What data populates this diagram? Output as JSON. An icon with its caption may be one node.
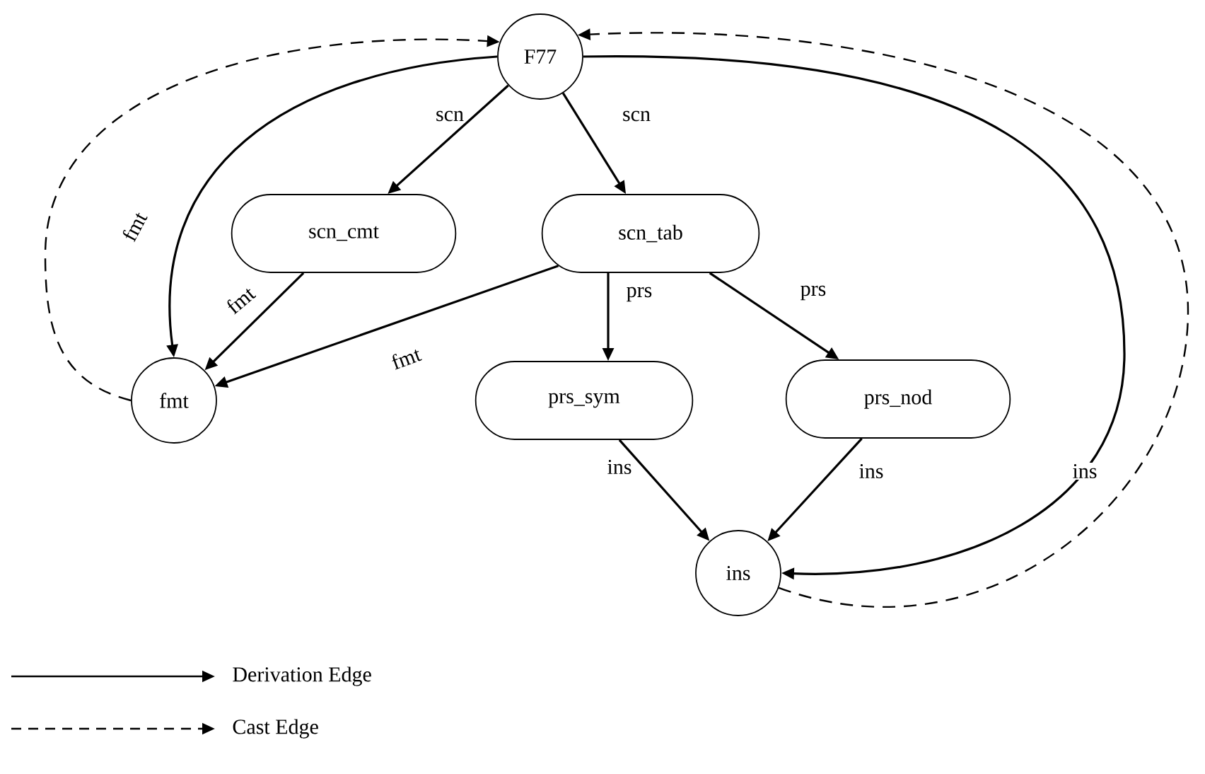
{
  "diagram": {
    "nodes": [
      {
        "text": [
          "F77"
        ]
      },
      {
        "text": [
          "scn_cmt"
        ]
      },
      {
        "text": [
          "scn_tab"
        ]
      },
      {
        "text": [
          "fmt"
        ]
      },
      {
        "text": [
          "prs_sym"
        ]
      },
      {
        "text": [
          "prs_nod"
        ]
      },
      {
        "text": [
          "ins"
        ]
      }
    ],
    "edges": [
      {
        "from": 0,
        "to": 1,
        "arrow": "to",
        "label": "scn"
      },
      {
        "from": 0,
        "to": 2,
        "arrow": "to",
        "label": "scn"
      },
      {
        "from": 0,
        "to": 3,
        "arrow": "to",
        "label": "fmt"
      },
      {
        "from": 1,
        "to": 3,
        "arrow": "to",
        "label": "fmt"
      },
      {
        "from": 2,
        "to": 3,
        "arrow": "to",
        "label": "fmt"
      },
      {
        "from": 2,
        "to": 4,
        "arrow": "to",
        "label": "prs"
      },
      {
        "from": 2,
        "to": 5,
        "arrow": "to",
        "label": "prs"
      },
      {
        "from": 4,
        "to": 6,
        "arrow": "to",
        "label": "ins"
      },
      {
        "from": 5,
        "to": 6,
        "arrow": "to",
        "label": "ins"
      },
      {
        "from": 0,
        "to": 6,
        "arrow": "to",
        "label": "ins"
      },
      {
        "from": 3,
        "to": 0,
        "arrow": "to",
        "style": "dashed"
      },
      {
        "from": 6,
        "to": 0,
        "arrow": "to",
        "style": "dashed"
      }
    ],
    "legend": [
      {
        "text": "Derivation Edge"
      },
      {
        "text": "Cast Edge"
      }
    ]
  }
}
